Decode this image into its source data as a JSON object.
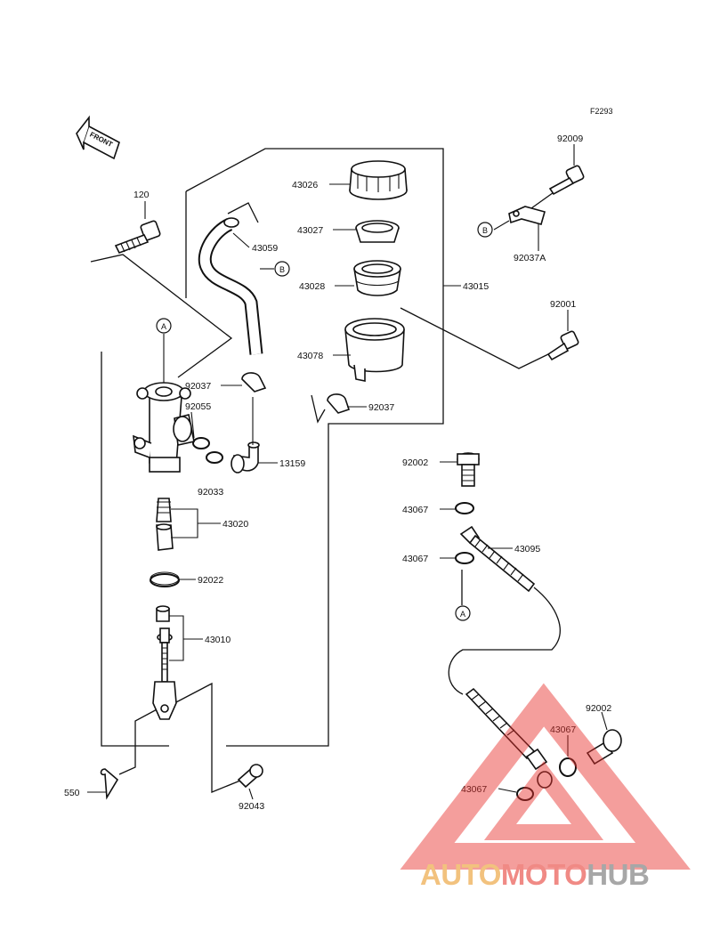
{
  "figure_code": "F2293",
  "front_label": "FRONT",
  "callouts": {
    "a1": "A",
    "a2": "A",
    "b1": "B",
    "b2": "B"
  },
  "parts": [
    {
      "id": "p120",
      "number": "120"
    },
    {
      "id": "p43026",
      "number": "43026"
    },
    {
      "id": "p43027",
      "number": "43027"
    },
    {
      "id": "p43059",
      "number": "43059"
    },
    {
      "id": "p43028",
      "number": "43028"
    },
    {
      "id": "p43015",
      "number": "43015"
    },
    {
      "id": "p43078",
      "number": "43078"
    },
    {
      "id": "p92037a",
      "number": "92037"
    },
    {
      "id": "p92037b",
      "number": "92037"
    },
    {
      "id": "p92055",
      "number": "92055"
    },
    {
      "id": "p13159",
      "number": "13159"
    },
    {
      "id": "p92033",
      "number": "92033"
    },
    {
      "id": "p43020",
      "number": "43020"
    },
    {
      "id": "p92022",
      "number": "92022"
    },
    {
      "id": "p43010",
      "number": "43010"
    },
    {
      "id": "p550",
      "number": "550"
    },
    {
      "id": "p92043",
      "number": "92043"
    },
    {
      "id": "p92009",
      "number": "92009"
    },
    {
      "id": "p92037A",
      "number": "92037A"
    },
    {
      "id": "p92001",
      "number": "92001"
    },
    {
      "id": "p92002a",
      "number": "92002"
    },
    {
      "id": "p43067a",
      "number": "43067"
    },
    {
      "id": "p43095",
      "number": "43095"
    },
    {
      "id": "p43067b",
      "number": "43067"
    },
    {
      "id": "p92002b",
      "number": "92002"
    },
    {
      "id": "p43067c",
      "number": "43067"
    },
    {
      "id": "p43067d",
      "number": "43067"
    }
  ],
  "watermark": {
    "part1": "AUTO",
    "part2": "MOTO",
    "part3": "HUB",
    "colors": {
      "auto": "#f2c27e",
      "moto": "#f08a85",
      "hub": "#a7a7a7",
      "triangle": "#e8302c"
    }
  }
}
